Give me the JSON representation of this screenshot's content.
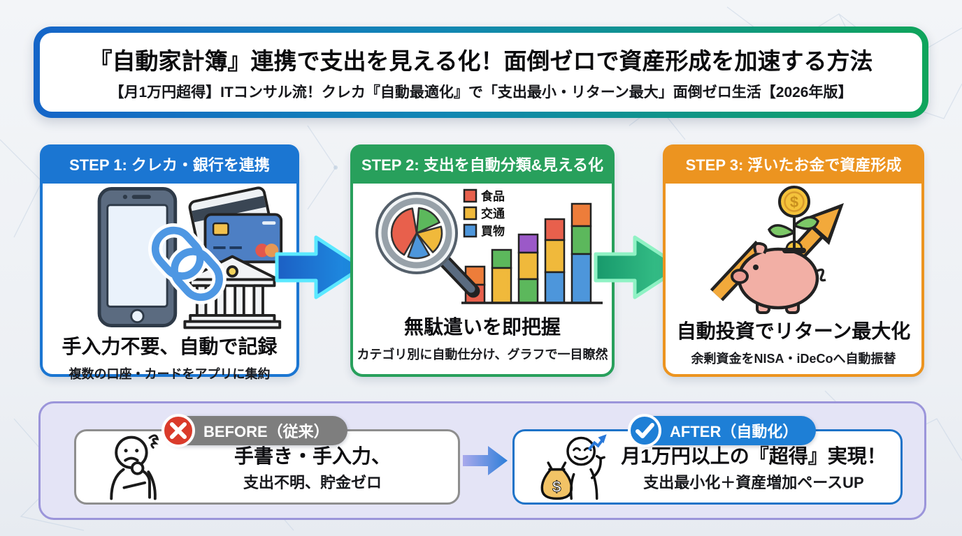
{
  "header": {
    "title": "『自動家計簿』連携で支出を見える化！面倒ゼロで資産形成を加速する方法",
    "subtitle": "【月1万円超得】ITコンサル流！クレカ『自動最適化』で「支出最小・リターン最大」面倒ゼロ生活【2026年版】"
  },
  "steps": [
    {
      "header": "STEP 1: クレカ・銀行を連携",
      "main": "手入力不要、自動で記録",
      "sub": "複数の口座・カードをアプリに集約",
      "accent_color": "#1B76D2"
    },
    {
      "header": "STEP 2: 支出を自動分類&見える化",
      "main": "無駄遣いを即把握",
      "sub": "カテゴリ別に自動仕分け、グラフで一目瞭然",
      "accent_color": "#28A05C",
      "legend": [
        {
          "label": "食品",
          "color": "#E8604C"
        },
        {
          "label": "交通",
          "color": "#F0B93B"
        },
        {
          "label": "買物",
          "color": "#4D96DB"
        }
      ]
    },
    {
      "header": "STEP 3: 浮いたお金で資産形成",
      "main": "自動投資でリターン最大化",
      "sub": "余剰資金をNISA・iDeCoへ自動振替",
      "accent_color": "#EC9420"
    }
  ],
  "comparison": {
    "before": {
      "badge": "BEFORE（従来）",
      "marker_icon": "x-circle",
      "badge_color": "#7E7E7E",
      "line1": "手書き・手入力、",
      "line2": "支出不明、貯金ゼロ"
    },
    "after": {
      "badge": "AFTER（自動化）",
      "marker_icon": "check-circle",
      "badge_color": "#1E7FD6",
      "line1": "月1万円以上の『超得』実現！",
      "line2": "支出最小化＋資産増加ペースUP"
    }
  },
  "colors": {
    "banner_gradient_start": "#1565C8",
    "banner_gradient_end": "#0FA45B",
    "flow_arrow_1": "#1E7FD6",
    "flow_arrow_2": "#2BB27E",
    "container_lavender": "#E4E4F6"
  }
}
